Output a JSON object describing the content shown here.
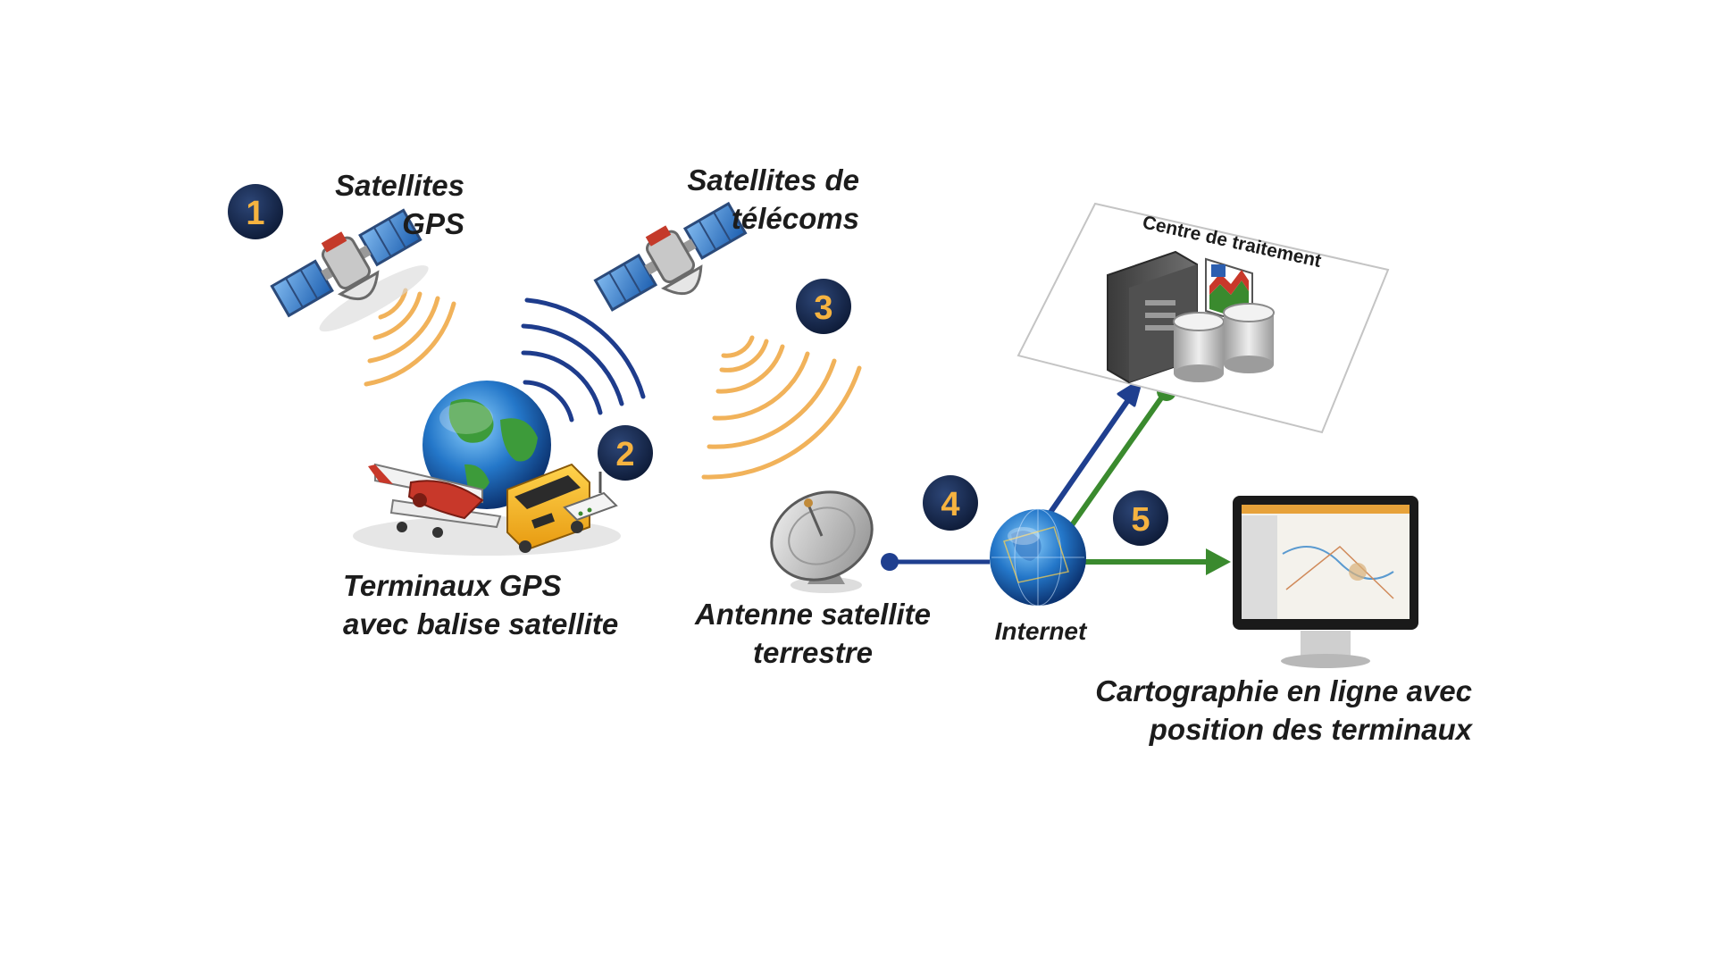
{
  "colors": {
    "background": "#ffffff",
    "badge_fill": "#172a4f",
    "badge_number": "#f6b340",
    "gps_signal": "#f1b25a",
    "telecom_signal": "#f1b25a",
    "uplink_signal": "#1e3c8c",
    "link_blue": "#1f3f8f",
    "link_green": "#3a8a2e",
    "text": "#1c1c1c"
  },
  "steps": [
    {
      "number": "1",
      "icon": "gps-satellite-icon"
    },
    {
      "number": "2",
      "icon": "gps-terminals-icon"
    },
    {
      "number": "3",
      "icon": "telecom-satellite-icon"
    },
    {
      "number": "4",
      "icon": "satellite-dish-icon"
    },
    {
      "number": "5",
      "icon": "monitor-map-icon"
    }
  ],
  "labels": {
    "gps_satellites": [
      "Satellites",
      "GPS"
    ],
    "telecom_satellites": [
      "Satellites de",
      "télécoms"
    ],
    "terminals": [
      "Terminaux GPS",
      "avec balise satellite"
    ],
    "ground_antenna": [
      "Antenne satellite",
      "terrestre"
    ],
    "internet": "Internet",
    "processing_center": "Centre de traitement",
    "online_map": [
      "Cartographie en ligne avec",
      "position des terminaux"
    ]
  }
}
